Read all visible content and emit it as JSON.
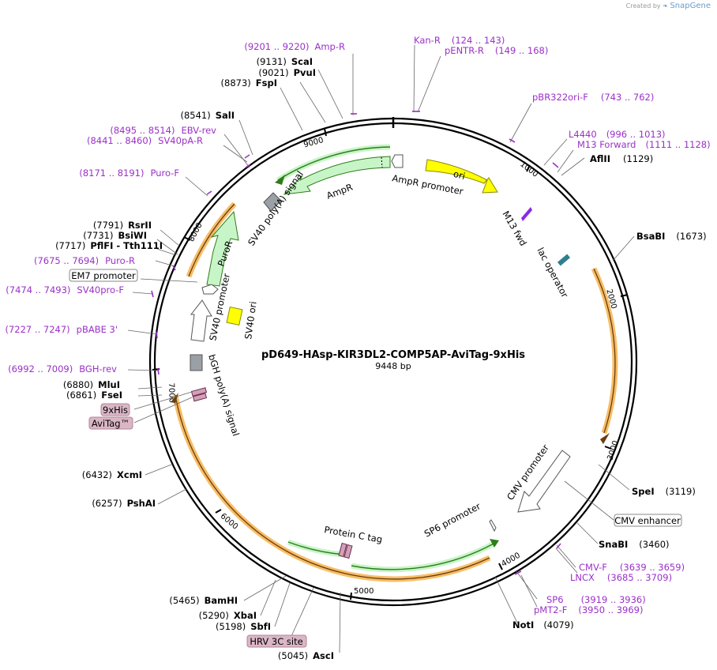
{
  "credit": {
    "prefix": "Created by",
    "brand": "SnapGene"
  },
  "plasmid": {
    "name": "pD649-HAsp-KIR3DL2-COMP5AP-AviTag-9xHis",
    "size_label": "9448 bp"
  },
  "ruler_ticks": [
    "1000",
    "2000",
    "3000",
    "4000",
    "5000",
    "6000",
    "7000",
    "8000",
    "9000"
  ],
  "enzymes": [
    {
      "pos": "(9131)",
      "name": "ScaI"
    },
    {
      "pos": "(9021)",
      "name": "PvuI"
    },
    {
      "pos": "(8873)",
      "name": "FspI"
    },
    {
      "pos": "(8541)",
      "name": "SalI"
    },
    {
      "pos": "(7791)",
      "name": "RsrII"
    },
    {
      "pos": "(7731)",
      "name": "BsiWI"
    },
    {
      "pos": "(7717)",
      "name": "PflFI  - Tth111I"
    },
    {
      "pos": "(6880)",
      "name": "MluI"
    },
    {
      "pos": "(6861)",
      "name": "FseI"
    },
    {
      "pos": "(6432)",
      "name": "XcmI"
    },
    {
      "pos": "(6257)",
      "name": "PshAI"
    },
    {
      "pos": "(5465)",
      "name": "BamHI"
    },
    {
      "pos": "(5290)",
      "name": "XbaI"
    },
    {
      "pos": "(5198)",
      "name": "SbfI"
    },
    {
      "pos": "(5045)",
      "name": "AscI"
    },
    {
      "pos": "(4079)",
      "name": "NotI"
    },
    {
      "pos": "(3460)",
      "name": "SnaBI"
    },
    {
      "pos": "(3119)",
      "name": "SpeI"
    },
    {
      "pos": "(1673)",
      "name": "BsaBI"
    },
    {
      "pos": "(1129)",
      "name": "AflII"
    }
  ],
  "primers": [
    {
      "pos": "(9201 .. 9220)",
      "name": "Amp-R"
    },
    {
      "pos": "(124 .. 143)",
      "name": "Kan-R"
    },
    {
      "pos": "(149 .. 168)",
      "name": "pENTR-R"
    },
    {
      "pos": "(743 .. 762)",
      "name": "pBR322ori-F"
    },
    {
      "pos": "(996 .. 1013)",
      "name": "L4440"
    },
    {
      "pos": "(1111 .. 1128)",
      "name": "M13 Forward"
    },
    {
      "pos": "(8495 .. 8514)",
      "name": "EBV-rev"
    },
    {
      "pos": "(8441 .. 8460)",
      "name": "SV40pA-R"
    },
    {
      "pos": "(8171 .. 8191)",
      "name": "Puro-F"
    },
    {
      "pos": "(7675 .. 7694)",
      "name": "Puro-R"
    },
    {
      "pos": "(7474 .. 7493)",
      "name": "SV40pro-F"
    },
    {
      "pos": "(7227 .. 7247)",
      "name": "pBABE 3'"
    },
    {
      "pos": "(6992 .. 7009)",
      "name": "BGH-rev"
    },
    {
      "pos": "(3639 .. 3659)",
      "name": "CMV-F"
    },
    {
      "pos": "(3685 .. 3709)",
      "name": "LNCX"
    },
    {
      "pos": "(3919 .. 3936)",
      "name": "SP6"
    },
    {
      "pos": "(3950 .. 3969)",
      "name": "pMT2-F"
    }
  ],
  "boxed_features": {
    "em7": "EM7 promoter",
    "his": "9xHis",
    "avi": "AviTag™",
    "cmv_enh": "CMV enhancer",
    "hrv": "HRV 3C site"
  },
  "features": {
    "ori": "ori",
    "ampr_promoter": "AmpR promoter",
    "ampr": "AmpR",
    "sv40_polya": "SV40 poly(A) signal",
    "puror": "PuroR",
    "sv40_promoter": "SV40 promoter",
    "sv40_ori": "SV40 ori",
    "bgh": "bGH poly(A) signal",
    "m13fwd": "M13 fwd",
    "lac": "lac operator",
    "cmv_promoter": "CMV promoter",
    "sp6_promoter": "SP6 promoter",
    "protein_c": "Protein C tag"
  },
  "colors": {
    "backbone": "#000000",
    "primer": "#9b30c8",
    "ori": "#ffff00",
    "orf_highlight": "#f6b24a",
    "green_cds": "#c8f5c8",
    "green_dark": "#2e7d1a",
    "tag": "#d4a0b8",
    "grey_feature": "#9aa0a6",
    "lac": "#2f7f8f",
    "m13": "#8a2be2"
  }
}
